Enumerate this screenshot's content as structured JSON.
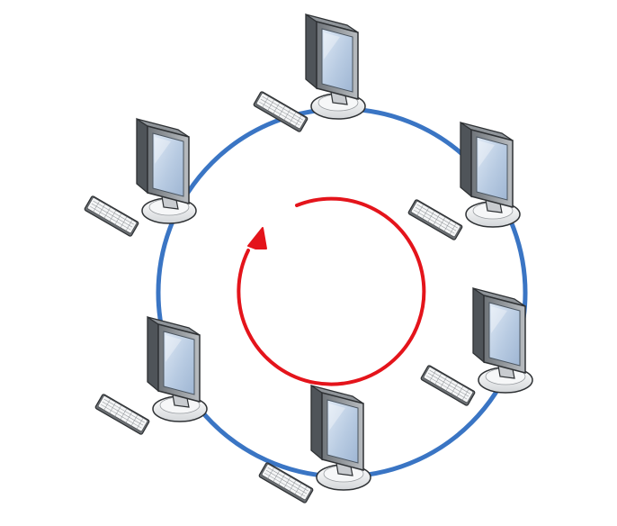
{
  "diagram": {
    "topology": "ring",
    "node_count": 6,
    "node_icon": "desktop-computer-icon",
    "ring_color": "#3a75c4",
    "direction_arrow_color": "#e4141b",
    "direction": "clockwise",
    "nodes": [
      {
        "id": "computer-1",
        "position_label": "top"
      },
      {
        "id": "computer-2",
        "position_label": "upper-right"
      },
      {
        "id": "computer-3",
        "position_label": "lower-right"
      },
      {
        "id": "computer-4",
        "position_label": "bottom"
      },
      {
        "id": "computer-5",
        "position_label": "lower-left"
      },
      {
        "id": "computer-6",
        "position_label": "upper-left"
      }
    ]
  }
}
